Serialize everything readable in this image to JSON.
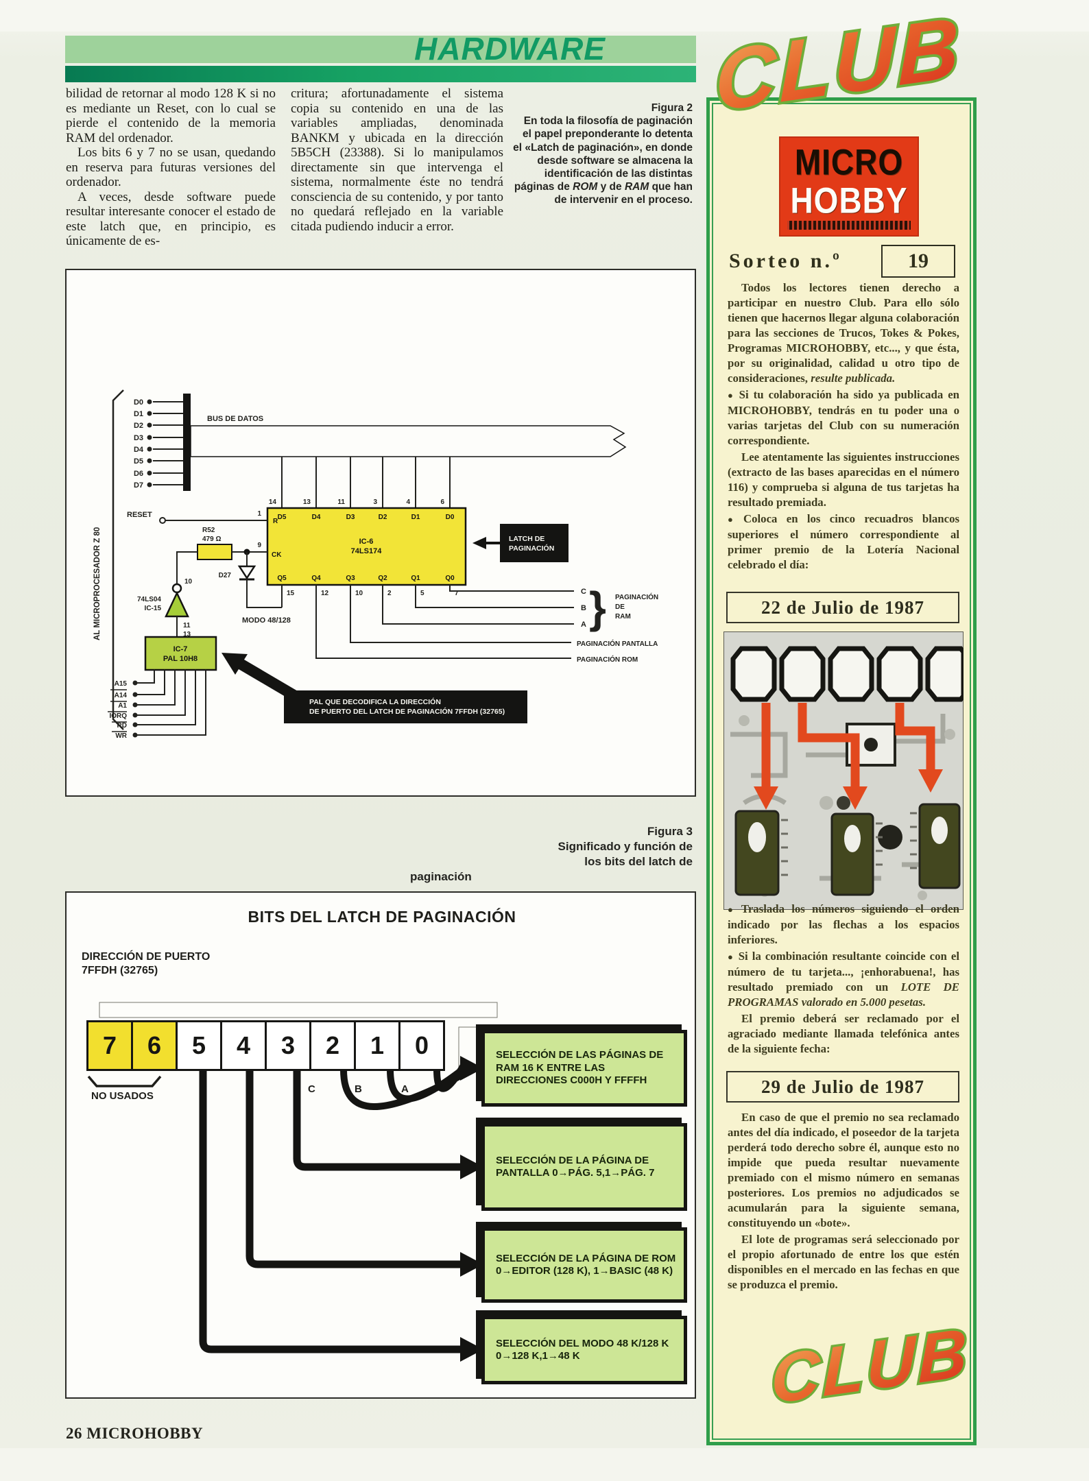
{
  "page": {
    "section": "HARDWARE",
    "footer": "26 MICROHOBBY"
  },
  "article": {
    "col1_p1": "bilidad de retornar al modo 128 K si no es mediante un Reset, con lo cual se pierde el contenido de la memoria RAM del ordenador.",
    "col1_p2": "Los bits 6 y 7 no se usan, quedando en reserva para futuras versiones del ordenador.",
    "col1_p3": "A veces, desde software puede resultar interesante conocer el estado de este latch que, en principio, es únicamente de es-",
    "col2_p1": "critura; afortunadamente el sistema copia su contenido en una de las variables ampliadas, denominada BANKM y ubicada en la dirección 5B5CH (23388). Si lo manipulamos directamente sin que intervenga el sistema, normalmente éste no tendrá consciencia de su contenido, y por tanto no quedará reflejado en la variable citada pudiendo inducir a error."
  },
  "fig2_caption": {
    "title": "Figura 2",
    "seg1": "En toda la filosofía de paginación el papel preponderante lo detenta el «Latch de paginación», en donde desde software se almacena la identificación de las distintas páginas de ",
    "rom": "ROM",
    "seg2": " y de ",
    "ram": "RAM",
    "seg3": " que han de intervenir en el proceso."
  },
  "fig2": {
    "micro_label": "AL MICROPROCESADOR Z 80",
    "bus_label": "BUS DE DATOS",
    "data_lines": [
      "D0",
      "D1",
      "D2",
      "D3",
      "D4",
      "D5",
      "D6",
      "D7"
    ],
    "reset_label": "RESET",
    "resistor_name": "R52",
    "resistor_value": "479 Ω",
    "diode_name": "D27",
    "inverter_name": "74LS04",
    "inverter_ic": "IC-15",
    "pin10": "10",
    "pin11": "11",
    "pin13": "13",
    "pin1": "1",
    "pin9": "9",
    "pal_name": "IC-7",
    "pal_type": "PAL 10H8",
    "chip_name": "IC-6",
    "chip_type": "74LS174",
    "top_pin_nums": [
      "14",
      "13",
      "11",
      "3",
      "4",
      "6"
    ],
    "top_pin_names": [
      "D5",
      "D4",
      "D3",
      "D2",
      "D1",
      "D0"
    ],
    "bottom_pin_names": [
      "Q5",
      "Q4",
      "Q3",
      "Q2",
      "Q1",
      "Q0"
    ],
    "bottom_pin_nums": [
      "15",
      "12",
      "10",
      "2",
      "5",
      "7"
    ],
    "left_pin_names": [
      "R",
      "CK"
    ],
    "modo_label": "MODO 48/128",
    "latch_line1": "LATCH DE",
    "latch_line2": "PAGINACIÓN",
    "out_c": "C",
    "out_b": "B",
    "out_a": "A",
    "ram_line1": "PAGINACIÓN",
    "ram_line2": "DE",
    "ram_line3": "RAM",
    "pantalla_label": "PAGINACIÓN PANTALLA",
    "rom_label": "PAGINACIÓN ROM",
    "signals": [
      "A15",
      "A14",
      "A1",
      "IORQ",
      "RD",
      "WR"
    ],
    "pal_box_line1": "PAL QUE DECODIFICA LA DIRECCIÓN",
    "pal_box_line2": "DE PUERTO DEL LATCH DE PAGINACIÓN 7FFDH (32765)"
  },
  "fig3_caption": {
    "title": "Figura 3",
    "line1": "Significado y función de",
    "line2": "los bits del latch de",
    "line3": "paginación"
  },
  "fig3": {
    "title": "BITS DEL LATCH DE PAGINACIÓN",
    "port_line1": "DIRECCIÓN DE PUERTO",
    "port_line2": "7FFDH (32765)",
    "bits": [
      "7",
      "6",
      "5",
      "4",
      "3",
      "2",
      "1",
      "0"
    ],
    "unused_label": "NO USADOS",
    "letter_c": "C",
    "letter_b": "B",
    "letter_a": "A",
    "box1_text": "SELECCIÓN DE LAS PÁGINAS DE RAM 16 K ENTRE LAS DIRECCIONES C000H Y FFFFH",
    "box2_text": "SELECCIÓN DE LA PÁGINA DE PANTALLA 0→PÁG. 5,1→PÁG. 7",
    "box3_text": "SELECCIÓN DE LA PÁGINA DE ROM 0→EDITOR (128 K), 1→BASIC (48 K)",
    "box4_text": "SELECCIÓN DEL MODO 48 K/128 K 0→128 K,1→48 K"
  },
  "sidebar": {
    "club_logo": "CLUB",
    "logo_micro": "MICRO",
    "logo_hobby": "HOBBY",
    "sorteo_label": "Sorteo n.º",
    "sorteo_number": "19",
    "p1": "Todos los lectores tienen derecho a participar en nuestro Club. Para ello sólo tienen que hacernos llegar alguna colaboración para las secciones de Trucos, Tokes & Pokes, Programas MICROHOBBY, etc..., y que ésta, por su originalidad, calidad u otro tipo de consideraciones, ",
    "p1_italic": "resulte publicada.",
    "b1": "Si tu colaboración ha sido ya publicada en MICROHOBBY, tendrás en tu poder una o varias tarjetas del Club con su numeración correspondiente.",
    "p2": "Lee atentamente las siguientes instrucciones (extracto de las bases aparecidas en el número 116) y comprueba si alguna de tus tarjetas ha resultado premiada.",
    "b2": "Coloca en los cinco recuadros blancos superiores el número correspondiente al primer premio de la Lotería Nacional celebrado el día:",
    "date1": "22 de Julio de 1987",
    "b3": "Traslada los números siguiendo el orden indicado por las flechas a los espacios inferiores.",
    "b4": "Si la combinación resultante coincide con el número de tu tarjeta..., ¡enhorabuena!, has resultado premiado con un ",
    "b4_italic": "LOTE DE PROGRAMAS valorado en 5.000 pesetas.",
    "p3": "El premio deberá ser reclamado por el agraciado mediante llamada telefónica antes de la siguiente fecha:",
    "date2": "29 de Julio de 1987",
    "p4": "En caso de que el premio no sea reclamado antes del día indicado, el poseedor de la tarjeta perderá todo derecho sobre él, aunque esto no impide que pueda resultar nuevamente premiado con el mismo número en semanas posteriores. Los premios no adjudicados se acumularán para la siguiente semana, constituyendo un «bote».",
    "p5": "El lote de programas será seleccionado por el propio afortunado de entre los que estén disponibles en el mercado en las fechas en que se produzca el premio."
  }
}
